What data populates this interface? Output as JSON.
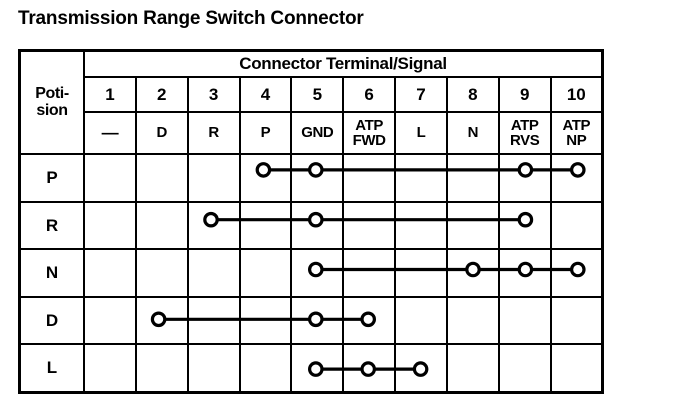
{
  "title": "Transmission Range Switch Connector",
  "table": {
    "header_span_label": "Connector Terminal/Signal",
    "position_header": "Poti-\nsion",
    "position_header_line1": "Poti-",
    "position_header_line2": "sion",
    "terminal_numbers": [
      "1",
      "2",
      "3",
      "4",
      "5",
      "6",
      "7",
      "8",
      "9",
      "10"
    ],
    "signals": [
      "—",
      "D",
      "R",
      "P",
      "GND",
      "ATP FWD",
      "L",
      "N",
      "ATP RVS",
      "ATP NP"
    ],
    "signals_lines": [
      [
        "—"
      ],
      [
        "D"
      ],
      [
        "R"
      ],
      [
        "P"
      ],
      [
        "GND"
      ],
      [
        "ATP",
        "FWD"
      ],
      [
        "L"
      ],
      [
        "N"
      ],
      [
        "ATP",
        "RVS"
      ],
      [
        "ATP",
        "NP"
      ]
    ],
    "row_labels": [
      "P",
      "R",
      "N",
      "D",
      "L"
    ],
    "rows": [
      {
        "position": "P",
        "terminals": [
          4,
          5,
          9,
          10
        ],
        "continuity_from": 4,
        "continuity_to": 10
      },
      {
        "position": "R",
        "terminals": [
          3,
          5,
          9
        ],
        "continuity_from": 3,
        "continuity_to": 9
      },
      {
        "position": "N",
        "terminals": [
          5,
          8,
          9,
          10
        ],
        "continuity_from": 5,
        "continuity_to": 10
      },
      {
        "position": "D",
        "terminals": [
          2,
          5,
          6
        ],
        "continuity_from": 2,
        "continuity_to": 6
      },
      {
        "position": "L",
        "terminals": [
          5,
          6,
          7
        ],
        "continuity_from": 5,
        "continuity_to": 7
      }
    ]
  },
  "colors": {
    "ink": "#000000",
    "paper": "#ffffff"
  }
}
